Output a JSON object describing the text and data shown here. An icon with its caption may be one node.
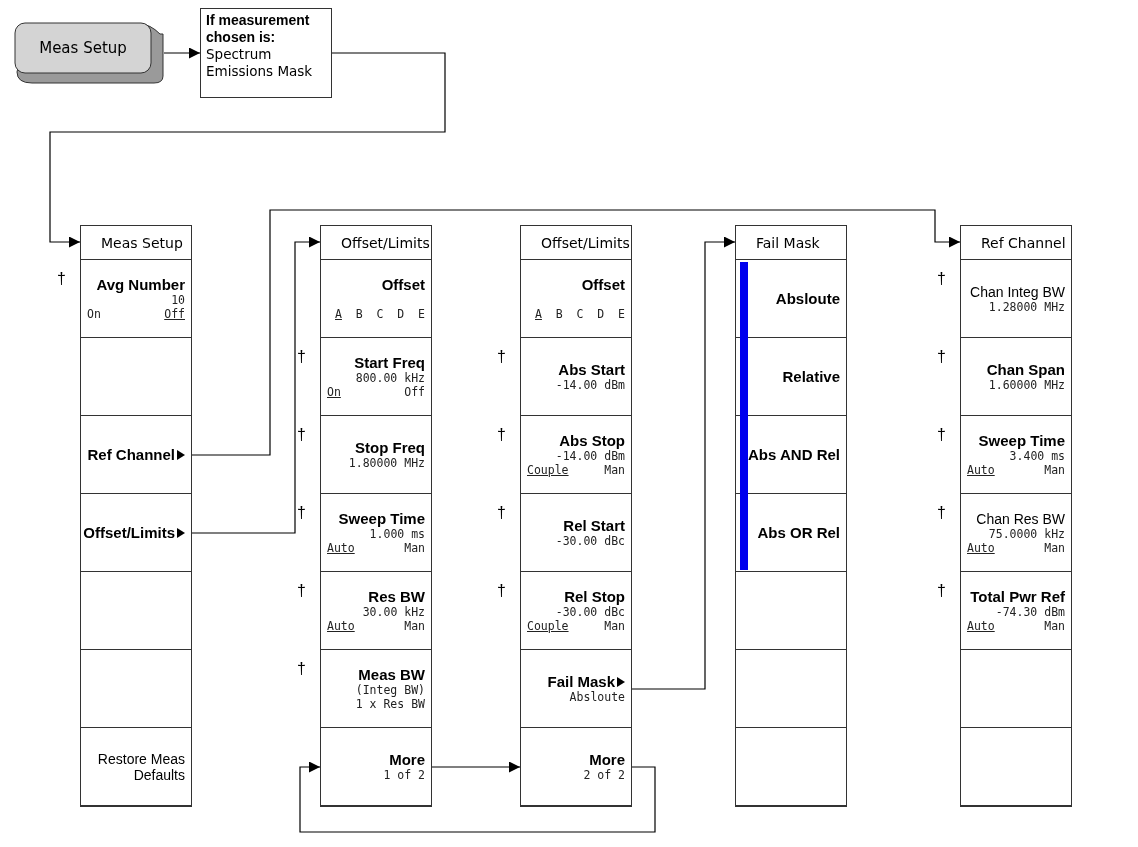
{
  "diagram": {
    "nodes": [
      {
        "text": [
          "Meas Setup"
        ]
      },
      {
        "text": [
          "If measurement chosen is:",
          "Spectrum Emissions Mask"
        ]
      },
      {
        "text": [
          "Meas Setup"
        ]
      },
      {
        "text": [
          "Avg Number",
          "10",
          "On",
          "Off"
        ],
        "in": 2,
        "beside": [
          "†"
        ]
      },
      {
        "text": [],
        "shape": "box",
        "in": 2
      },
      {
        "text": [
          "Ref Channel"
        ],
        "in": 2
      },
      {
        "text": [
          "Offset/Limits"
        ],
        "in": 2
      },
      {
        "text": [],
        "shape": "box",
        "in": 2
      },
      {
        "text": [],
        "shape": "box",
        "in": 2
      },
      {
        "text": [
          "Restore Meas Defaults"
        ],
        "in": 2
      },
      {
        "text": [
          "Offset/Limits"
        ]
      },
      {
        "text": [
          "Offset",
          "A",
          "B",
          "C",
          "D",
          "E"
        ],
        "in": 10
      },
      {
        "text": [
          "Start Freq",
          "800.00 kHz",
          "On",
          "Off"
        ],
        "in": 10,
        "beside": [
          "†"
        ]
      },
      {
        "text": [
          "Stop Freq",
          "1.80000 MHz"
        ],
        "in": 10,
        "beside": [
          "†"
        ]
      },
      {
        "text": [
          "Sweep Time",
          "1.000 ms",
          "Auto",
          "Man"
        ],
        "in": 10,
        "beside": [
          "†"
        ]
      },
      {
        "text": [
          "Res BW",
          "30.00 kHz",
          "Auto",
          "Man"
        ],
        "in": 10,
        "beside": [
          "†"
        ]
      },
      {
        "text": [
          "Meas BW",
          "(Integ BW)",
          "1 x Res BW"
        ],
        "in": 10,
        "beside": [
          "†"
        ]
      },
      {
        "text": [
          "More",
          "1 of 2"
        ],
        "in": 10
      },
      {
        "text": [
          "Offset/Limits"
        ]
      },
      {
        "text": [
          "Offset",
          "A",
          "B",
          "C",
          "D",
          "E"
        ],
        "in": 18
      },
      {
        "text": [
          "Abs Start",
          "-14.00 dBm"
        ],
        "in": 18,
        "beside": [
          "†"
        ]
      },
      {
        "text": [
          "Abs Stop",
          "-14.00 dBm",
          "Couple",
          "Man"
        ],
        "in": 18,
        "beside": [
          "†"
        ]
      },
      {
        "text": [
          "Rel Start",
          "-30.00 dBc"
        ],
        "in": 18,
        "beside": [
          "†"
        ]
      },
      {
        "text": [
          "Rel Stop",
          "-30.00 dBc",
          "Couple",
          "Man"
        ],
        "in": 18,
        "beside": [
          "†"
        ]
      },
      {
        "text": [
          "Fail Mask",
          "Absloute"
        ],
        "in": 18
      },
      {
        "text": [
          "More",
          "2 of 2"
        ],
        "in": 18
      },
      {
        "text": [
          "Fail Mask"
        ]
      },
      {
        "text": [
          "Absloute"
        ],
        "in": 26
      },
      {
        "text": [
          "Relative"
        ],
        "in": 26
      },
      {
        "text": [
          "Abs AND Rel"
        ],
        "in": 26
      },
      {
        "text": [
          "Abs OR Rel"
        ],
        "in": 26
      },
      {
        "text": [],
        "shape": "box",
        "in": 26
      },
      {
        "text": [],
        "shape": "box",
        "in": 26
      },
      {
        "text": [],
        "shape": "box",
        "in": 26
      },
      {
        "text": [
          "Ref Channel"
        ]
      },
      {
        "text": [
          "Chan Integ BW",
          "1.28000 MHz"
        ],
        "in": 34,
        "beside": [
          "†"
        ]
      },
      {
        "text": [
          "Chan Span",
          "1.60000 MHz"
        ],
        "in": 34,
        "beside": [
          "†"
        ]
      },
      {
        "text": [
          "Sweep Time",
          "3.400 ms",
          "Auto",
          "Man"
        ],
        "in": 34,
        "beside": [
          "†"
        ]
      },
      {
        "text": [
          "Chan Res BW",
          "75.0000 kHz",
          "Auto",
          "Man"
        ],
        "in": 34,
        "beside": [
          "†"
        ]
      },
      {
        "text": [
          "Total Pwr Ref",
          "-74.30 dBm",
          "Auto",
          "Man"
        ],
        "in": 34,
        "beside": [
          "†"
        ]
      },
      {
        "text": [],
        "shape": "box",
        "in": 34
      },
      {
        "text": [],
        "shape": "box",
        "in": 34
      }
    ],
    "edges": [
      {
        "from": 0,
        "to": 1,
        "arrow": "to"
      },
      {
        "from": 1,
        "to": 2,
        "arrow": "to"
      },
      {
        "from": 5,
        "to": 34,
        "arrow": "to"
      },
      {
        "from": 6,
        "to": 10,
        "arrow": "to"
      },
      {
        "from": 17,
        "to": 18,
        "arrow": "to"
      },
      {
        "from": 25,
        "to": 10,
        "arrow": "to"
      },
      {
        "from": 24,
        "to": 26,
        "arrow": "to"
      }
    ]
  }
}
